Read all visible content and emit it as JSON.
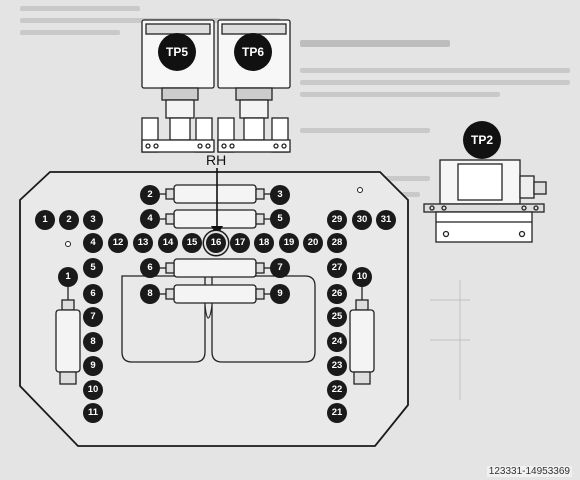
{
  "callouts": {
    "tp5": "TP5",
    "tp6": "TP6",
    "tp2": "TP2",
    "rh": "RH"
  },
  "points": [
    "1",
    "2",
    "3",
    "4",
    "5",
    "6",
    "7",
    "8",
    "9",
    "10",
    "11",
    "12",
    "13",
    "14",
    "15",
    "16",
    "17",
    "18",
    "19",
    "20",
    "21",
    "22",
    "23",
    "24",
    "25",
    "26",
    "27",
    "28",
    "29",
    "30",
    "31"
  ],
  "valve_points": [
    "1",
    "2",
    "3",
    "4",
    "5",
    "6",
    "7",
    "8",
    "9",
    "10"
  ],
  "image_id_caption": "123331-14953369"
}
